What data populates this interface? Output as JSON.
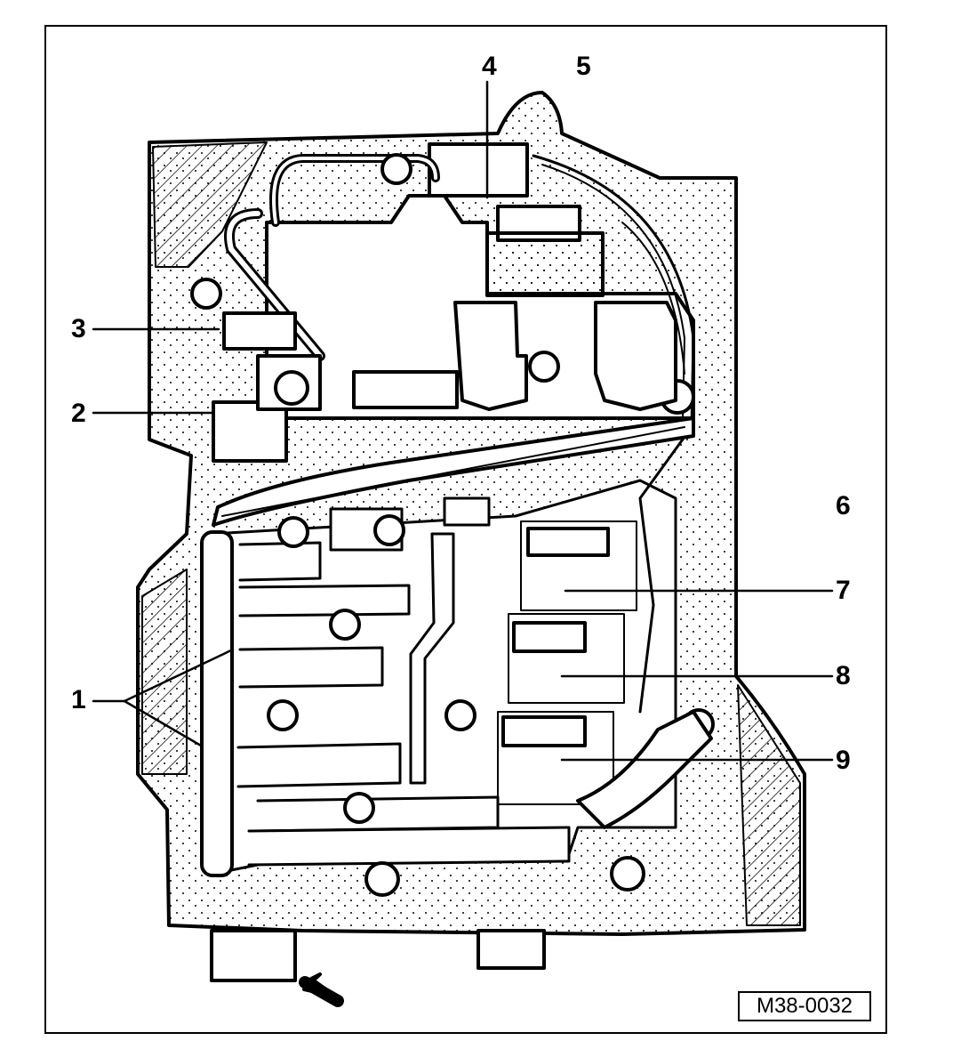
{
  "figure": {
    "reference_code": "M38-0032",
    "callouts": {
      "c1": "1",
      "c2": "2",
      "c3": "3",
      "c4": "4",
      "c5": "5",
      "c6": "6",
      "c7": "7",
      "c8": "8",
      "c9": "9"
    }
  },
  "colors": {
    "ink": "#000000",
    "paper": "#ffffff"
  }
}
